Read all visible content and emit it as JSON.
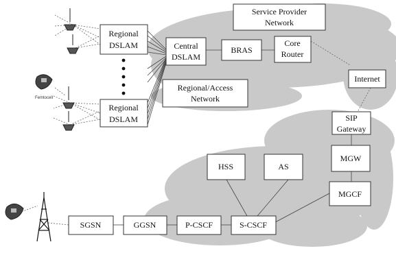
{
  "nodes": {
    "regional_dslam_top": [
      "Regional",
      "DSLAM"
    ],
    "regional_dslam_bottom": [
      "Regional",
      "DSLAM"
    ],
    "central_dslam": [
      "Central",
      "DSLAM"
    ],
    "bras": "BRAS",
    "core_router": [
      "Core",
      "Router"
    ],
    "service_provider_network": [
      "Service Provider",
      "Network"
    ],
    "regional_access_network": [
      "Regional/Access",
      "Network"
    ],
    "internet": "Internet",
    "sip_gateway": [
      "SIP",
      "Gateway"
    ],
    "mgw": "MGW",
    "mgcf": "MGCF",
    "hss": "HSS",
    "as": "AS",
    "sgsn": "SGSN",
    "ggsn": "GGSN",
    "p_cscf": "P-CSCF",
    "s_cscf": "S-CSCF",
    "femtocell": "Femtocell"
  },
  "colors": {
    "cloud": "#c9c9c9",
    "box_border": "#333333"
  },
  "icons": [
    "antenna-icon",
    "mobile-phone-icon",
    "cell-tower-icon"
  ]
}
